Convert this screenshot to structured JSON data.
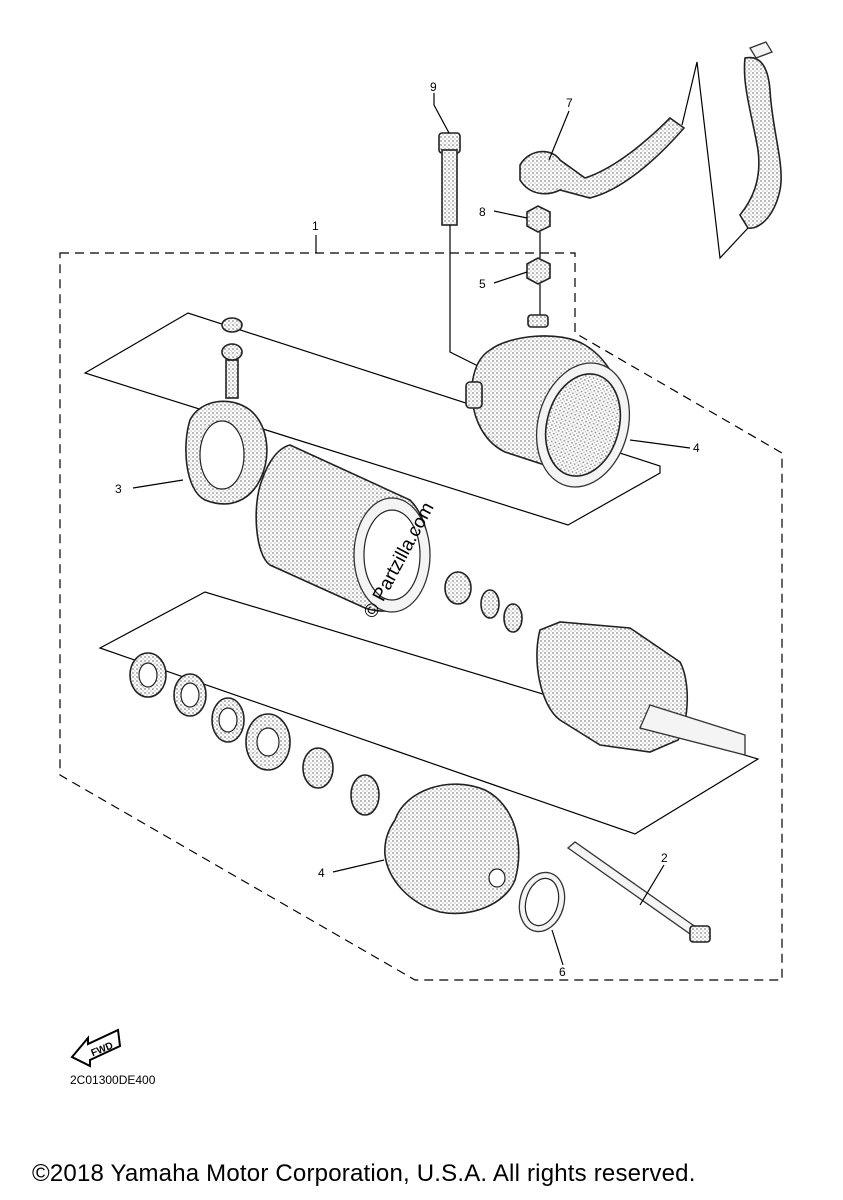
{
  "callouts": [
    {
      "id": "1",
      "label": "1"
    },
    {
      "id": "2",
      "label": "2"
    },
    {
      "id": "3",
      "label": "3"
    },
    {
      "id": "4a",
      "label": "4"
    },
    {
      "id": "4b",
      "label": "4"
    },
    {
      "id": "5",
      "label": "5"
    },
    {
      "id": "6",
      "label": "6"
    },
    {
      "id": "7",
      "label": "7"
    },
    {
      "id": "8",
      "label": "8"
    },
    {
      "id": "9",
      "label": "9"
    }
  ],
  "fwd_badge": "FWD",
  "diagram_code": "2C01300DE400",
  "watermark": "© Partzilla.com",
  "copyright": "©2018 Yamaha Motor Corporation, U.S.A. All rights reserved."
}
